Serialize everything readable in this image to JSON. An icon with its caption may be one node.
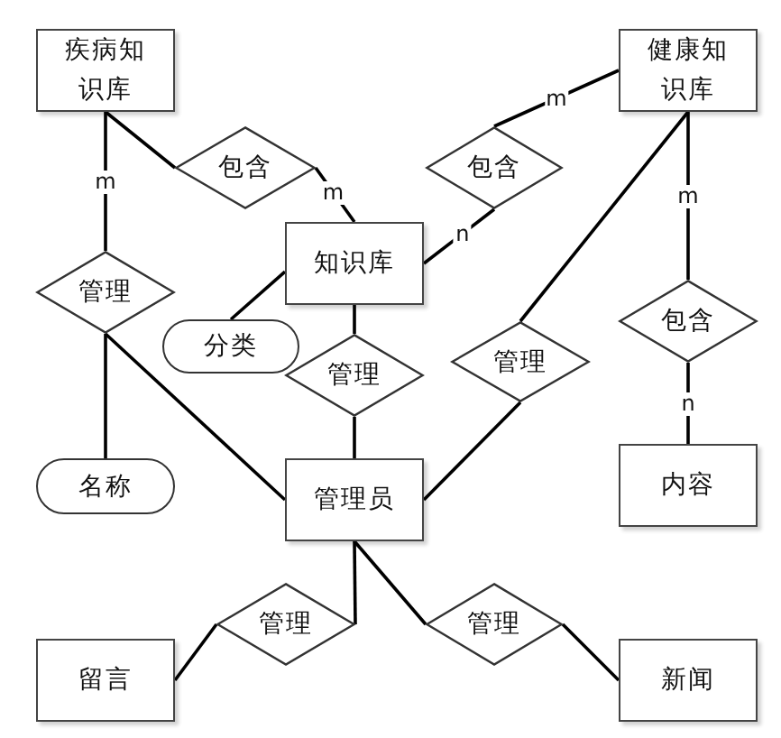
{
  "diagram": {
    "nodes": [
      {
        "text": [
          "疾病知识库"
        ]
      },
      {
        "text": [
          "健康知识库"
        ]
      },
      {
        "text": [
          "包含"
        ]
      },
      {
        "text": [
          "包含"
        ]
      },
      {
        "text": [
          "知识库"
        ]
      },
      {
        "text": [
          "管理"
        ]
      },
      {
        "text": [
          "包含"
        ]
      },
      {
        "text": [
          "分类"
        ]
      },
      {
        "text": [
          "管理"
        ]
      },
      {
        "text": [
          "管理"
        ]
      },
      {
        "text": [
          "内容"
        ]
      },
      {
        "text": [
          "名称"
        ]
      },
      {
        "text": [
          "管理员"
        ]
      },
      {
        "text": [
          "管理"
        ]
      },
      {
        "text": [
          "管理"
        ]
      },
      {
        "text": [
          "留言"
        ]
      },
      {
        "text": [
          "新闻"
        ]
      }
    ],
    "edges": [
      {
        "from": 0,
        "to": 2,
        "arrow": "none"
      },
      {
        "from": 2,
        "to": 4,
        "arrow": "none",
        "label": "m"
      },
      {
        "from": 0,
        "to": 5,
        "arrow": "none",
        "label": "m"
      },
      {
        "from": 1,
        "to": 3,
        "arrow": "none",
        "label": "m"
      },
      {
        "from": 3,
        "to": 4,
        "arrow": "none",
        "label": "n"
      },
      {
        "from": 1,
        "to": 8,
        "arrow": "none"
      },
      {
        "from": 1,
        "to": 6,
        "arrow": "none",
        "label": "m"
      },
      {
        "from": 6,
        "to": 10,
        "arrow": "none",
        "label": "n"
      },
      {
        "from": 4,
        "to": 7,
        "arrow": "none"
      },
      {
        "from": 4,
        "to": 9,
        "arrow": "none"
      },
      {
        "from": 9,
        "to": 12,
        "arrow": "none"
      },
      {
        "from": 5,
        "to": 11,
        "arrow": "none"
      },
      {
        "from": 5,
        "to": 12,
        "arrow": "none"
      },
      {
        "from": 8,
        "to": 12,
        "arrow": "none"
      },
      {
        "from": 12,
        "to": 13,
        "arrow": "none"
      },
      {
        "from": 13,
        "to": 15,
        "arrow": "none"
      },
      {
        "from": 12,
        "to": 14,
        "arrow": "none"
      },
      {
        "from": 14,
        "to": 16,
        "arrow": "none"
      }
    ]
  }
}
